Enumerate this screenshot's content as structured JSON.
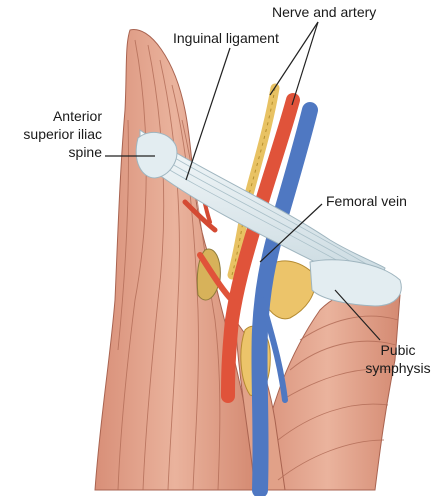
{
  "figure": {
    "labels": {
      "nerve_artery": "Nerve and artery",
      "inguinal": "Inguinal ligament",
      "asis": [
        "Anterior",
        "superior iliac",
        "spine"
      ],
      "femoral_vein": "Femoral vein",
      "pubic": [
        "Pubic",
        "symphysis"
      ]
    },
    "colors": {
      "muscle": "#e3a58e",
      "muscle_dark": "#b56b57",
      "ligament": "#e3edf1",
      "nerve": "#e8c263",
      "artery": "#e0533a",
      "vein": "#4f78c2",
      "fat": "#ecc46a",
      "leader": "#222222"
    }
  }
}
